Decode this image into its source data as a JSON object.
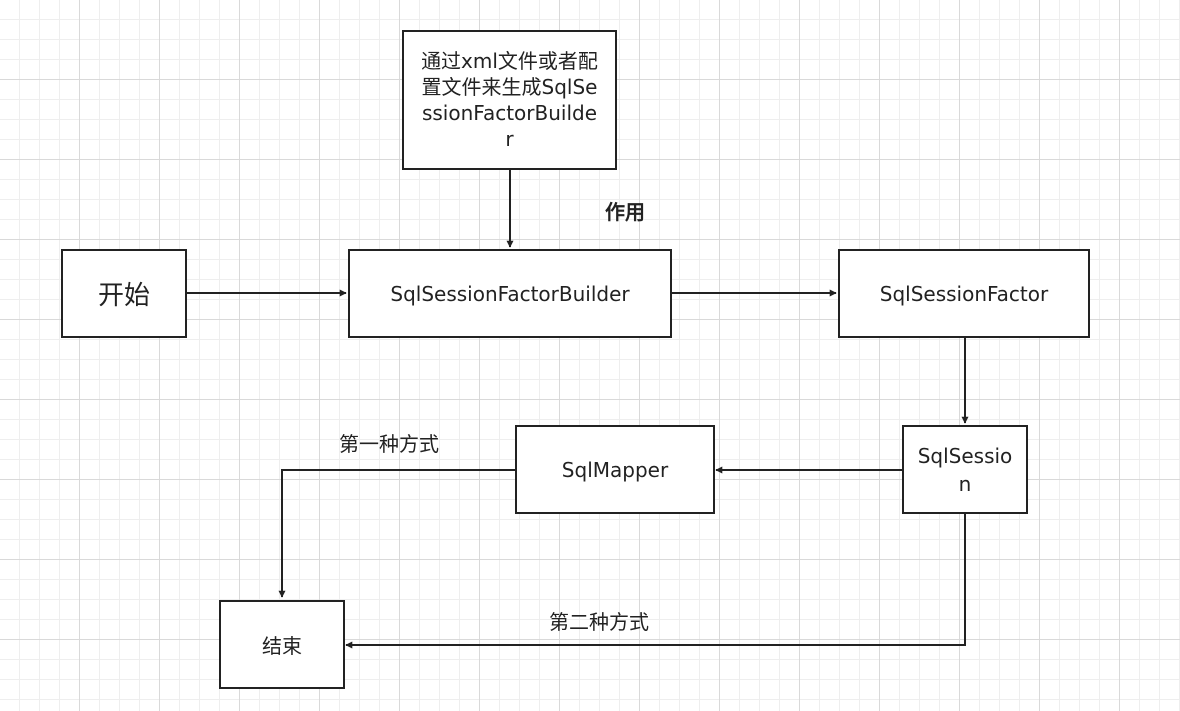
{
  "nodes": {
    "xml": "通过xml文件或者配置文件来生成SqlSessionFactorBuilder",
    "start": "开始",
    "builder": "SqlSessionFactorBuilder",
    "factory": "SqlSessionFactor",
    "session": "SqlSession",
    "mapper": "SqlMapper",
    "end": "结束"
  },
  "edge_labels": {
    "role": "作用",
    "way1": "第一种方式",
    "way2": "第二种方式"
  },
  "colors": {
    "stroke": "#222222",
    "grid_major": "#d9d9d9",
    "grid_minor": "#eeeeee"
  }
}
